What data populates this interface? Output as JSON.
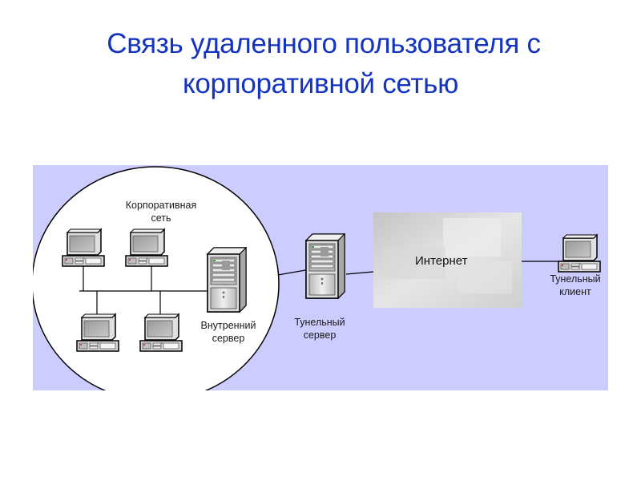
{
  "slide": {
    "title_line1": "Связь удаленного пользователя с",
    "title_line2": "корпоративной сетью",
    "title_color": "#1434c0",
    "panel_color": "#ccccff"
  },
  "diagram": {
    "corporate_network_label_1": "Корпоративная",
    "corporate_network_label_2": "сеть",
    "internal_server_label_1": "Внутренний",
    "internal_server_label_2": "сервер",
    "tunnel_server_label_1": "Тунельный",
    "tunnel_server_label_2": "сервер",
    "internet_label": "Интернет",
    "tunnel_client_label_1": "Тунельный",
    "tunnel_client_label_2": "клиент",
    "nodes": [
      {
        "id": "workstation-1",
        "type": "workstation-icon",
        "group": "corporate-network"
      },
      {
        "id": "workstation-2",
        "type": "workstation-icon",
        "group": "corporate-network"
      },
      {
        "id": "workstation-3",
        "type": "workstation-icon",
        "group": "corporate-network"
      },
      {
        "id": "workstation-4",
        "type": "workstation-icon",
        "group": "corporate-network"
      },
      {
        "id": "internal-server",
        "type": "server-icon",
        "group": "corporate-network"
      },
      {
        "id": "tunnel-server",
        "type": "server-icon",
        "group": "edge"
      },
      {
        "id": "internet",
        "type": "cloud-box",
        "group": "public"
      },
      {
        "id": "tunnel-client",
        "type": "workstation-icon",
        "group": "remote"
      }
    ],
    "edges": [
      [
        "workstation-1",
        "lan-bus"
      ],
      [
        "workstation-2",
        "lan-bus"
      ],
      [
        "workstation-3",
        "lan-bus"
      ],
      [
        "workstation-4",
        "lan-bus"
      ],
      [
        "internal-server",
        "lan-bus"
      ],
      [
        "corporate-network",
        "tunnel-server"
      ],
      [
        "tunnel-server",
        "internet"
      ],
      [
        "internet",
        "tunnel-client"
      ]
    ]
  }
}
